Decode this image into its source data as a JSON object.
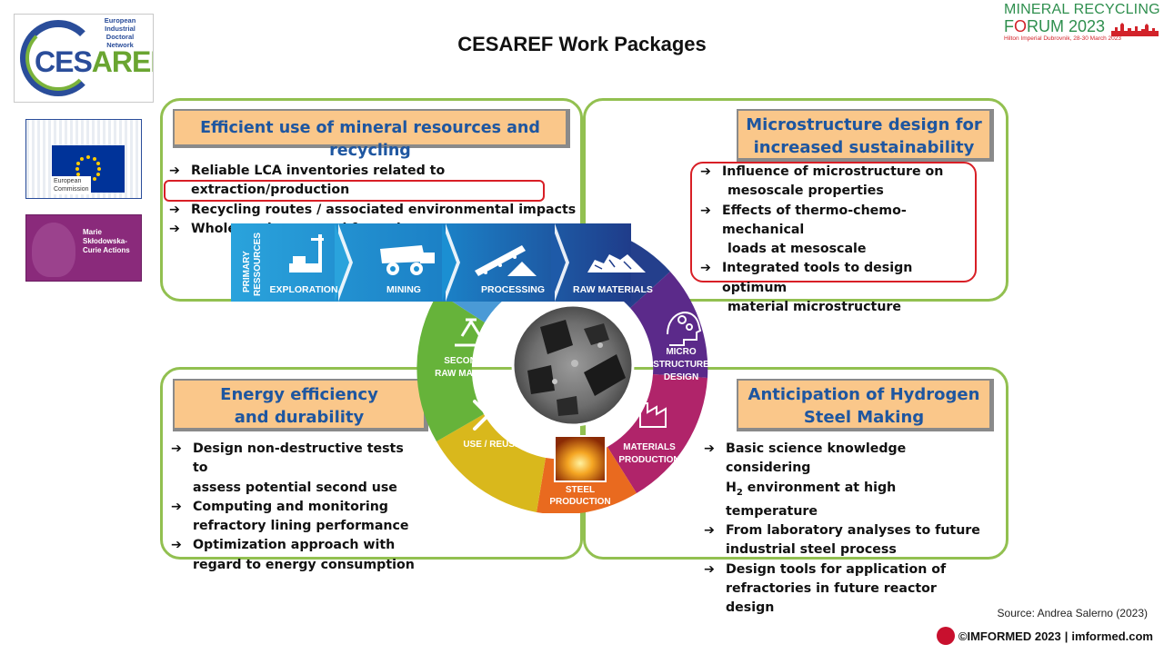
{
  "title": "CESAREF Work Packages",
  "logos": {
    "cesaref": {
      "word_part1": "CES",
      "word_part2": "AREF",
      "network": [
        "European",
        "Industrial",
        "Doctoral",
        "Network"
      ]
    },
    "european_commission": {
      "line1": "European",
      "line2": "Commission"
    },
    "msca": {
      "line1": "Marie",
      "line2": "Skłodowska-",
      "line3": "Curie Actions"
    },
    "forum": {
      "line1": "MINERAL RECYCLING",
      "line2_a": "F",
      "line2_b": "O",
      "line2_c": "RUM 2023",
      "line3": "Hilton Imperial Dubrovnik, 28-30 March 2023"
    }
  },
  "quadrants": {
    "top_left": {
      "header": "Efficient use of mineral resources and recycling",
      "items": [
        "Reliable LCA inventories related to extraction/production",
        "Recycling routes / associated environmental impacts",
        "Whole environmental footprint"
      ]
    },
    "top_right": {
      "header_line1": "Microstructure design for",
      "header_line2": "increased sustainability",
      "items": [
        [
          "Influence of microstructure on",
          "mesoscale properties"
        ],
        [
          "Effects of thermo-chemo-mechanical",
          "loads at mesoscale"
        ],
        [
          "Integrated tools to design optimum",
          "material microstructure"
        ]
      ]
    },
    "bottom_left": {
      "header_line1": "Energy efficiency",
      "header_line2": "and durability",
      "items": [
        [
          "Design non-destructive tests to",
          "assess potential second use"
        ],
        [
          "Computing and monitoring",
          "refractory lining performance"
        ],
        [
          "Optimization approach with",
          "regard to energy consumption"
        ]
      ]
    },
    "bottom_right": {
      "header_line1": "Anticipation of Hydrogen",
      "header_line2": "Steel Making",
      "items": [
        [
          "Basic science knowledge considering",
          "H",
          "2",
          " environment at high temperature"
        ],
        [
          "From laboratory analyses to future",
          "industrial steel process"
        ],
        [
          "Design tools for application of",
          "refractories in future reactor design"
        ]
      ]
    }
  },
  "diagram": {
    "primary_label_1": "PRIMARY",
    "primary_label_2": "RESSOURCES",
    "chevrons": [
      "EXPLORATION",
      "MINING",
      "PROCESSING",
      "RAW MATERIALS"
    ],
    "segments": {
      "micro": [
        "MICRO",
        "STRUCTURE",
        "DESIGN"
      ],
      "materials": [
        "MATERIALS",
        "PRODUCTION"
      ],
      "steel": [
        "STEEL",
        "PRODUCTION"
      ],
      "use": [
        "USE / REUSE"
      ],
      "secondary": [
        "SECONDARY",
        "RAW MATERIALS"
      ]
    },
    "colors": {
      "blue_light": "#2aa3dc",
      "blue_dark": "#1f3c8a",
      "purple": "#5b2a8a",
      "magenta": "#b0246a",
      "orange": "#e96a1f",
      "yellow": "#e0c21a",
      "green": "#66b33a"
    }
  },
  "footer": {
    "source": "Source: Andrea Salerno (2023)",
    "copyright": "©IMFORMED 2023",
    "separator": "|",
    "site": "imformed.com"
  }
}
